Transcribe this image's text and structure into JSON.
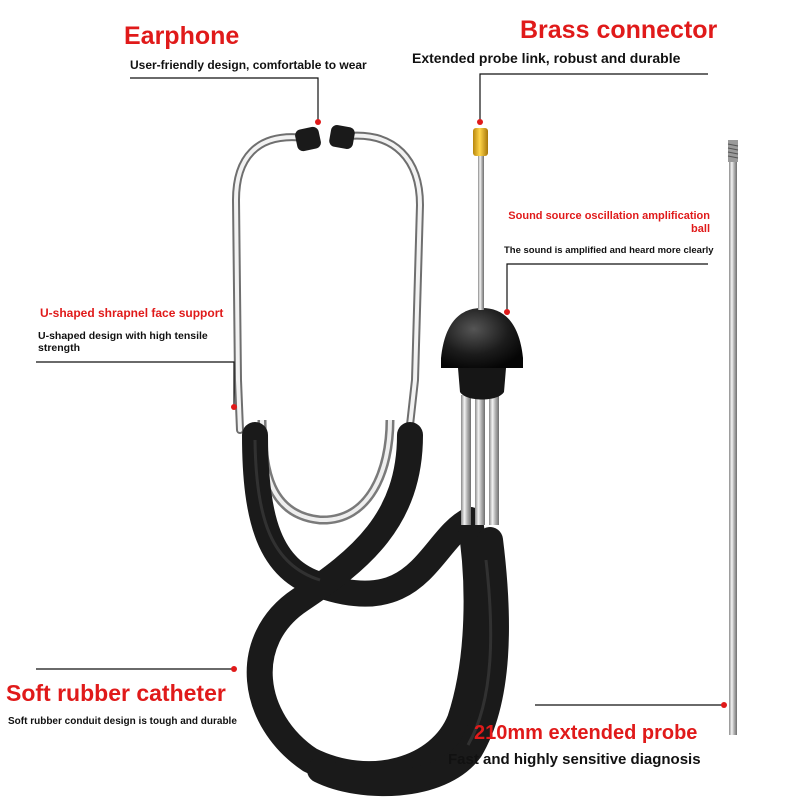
{
  "colors": {
    "accent_red": "#e01a1a",
    "text_dark": "#111111",
    "rubber_black": "#1a1a1a",
    "brass_yellow": "#e8b21a"
  },
  "labels": {
    "earphone": {
      "title": "Earphone",
      "desc": "User-friendly design, comfortable to wear"
    },
    "brass_connector": {
      "title": "Brass connector",
      "desc": "Extended probe link, robust and durable"
    },
    "amplification_ball": {
      "title": "Sound source oscillation amplification ball",
      "desc": "The sound is amplified and heard more clearly"
    },
    "shrapnel": {
      "title": "U-shaped shrapnel face support",
      "desc": "U-shaped design with high tensile strength"
    },
    "catheter": {
      "title": "Soft rubber catheter",
      "desc": "Soft rubber conduit design is tough and durable"
    },
    "probe": {
      "title": "210mm extended probe",
      "desc": "Fast and highly sensitive diagnosis"
    }
  },
  "icons": [
    "stethoscope-illustration",
    "extended-probe-rod"
  ]
}
